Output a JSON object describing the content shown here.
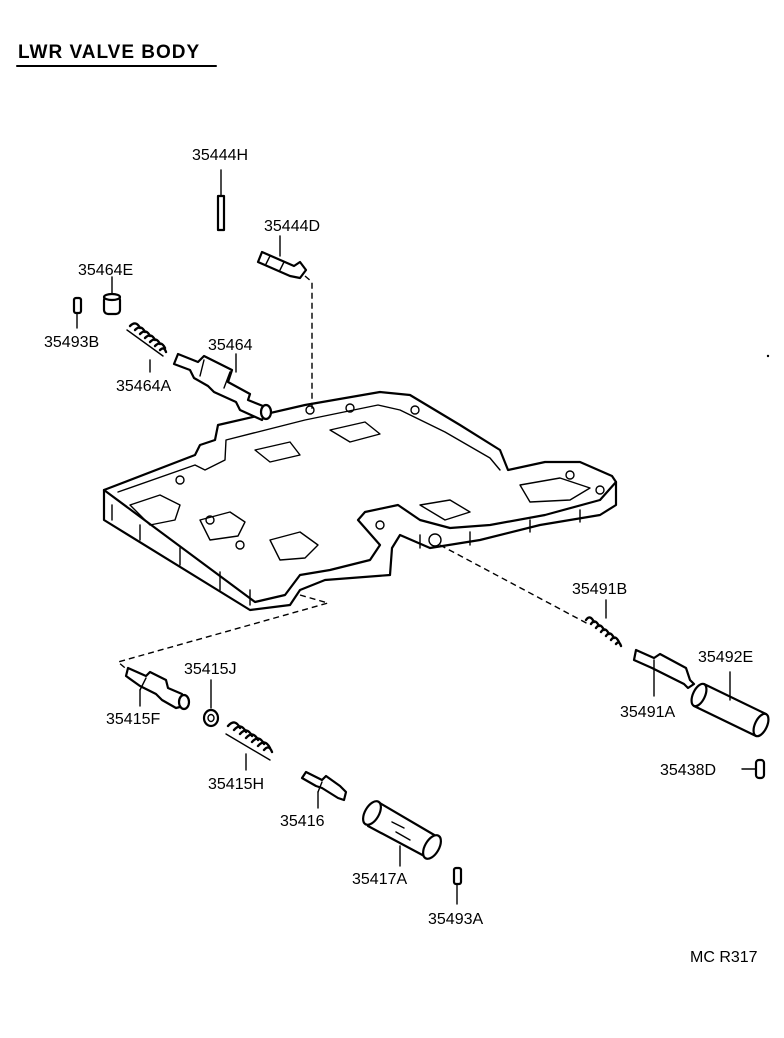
{
  "title": "LWR VALVE BODY",
  "figure_code": "MC R317",
  "labels": {
    "p35444H": "35444H",
    "p35444D": "35444D",
    "p35464E": "35464E",
    "p35493B": "35493B",
    "p35464": "35464",
    "p35464A": "35464A",
    "p35491B": "35491B",
    "p35492E": "35492E",
    "p35491A": "35491A",
    "p35438D": "35438D",
    "p35415J": "35415J",
    "p35415F": "35415F",
    "p35415H": "35415H",
    "p35416": "35416",
    "p35417A": "35417A",
    "p35493A": "35493A"
  }
}
